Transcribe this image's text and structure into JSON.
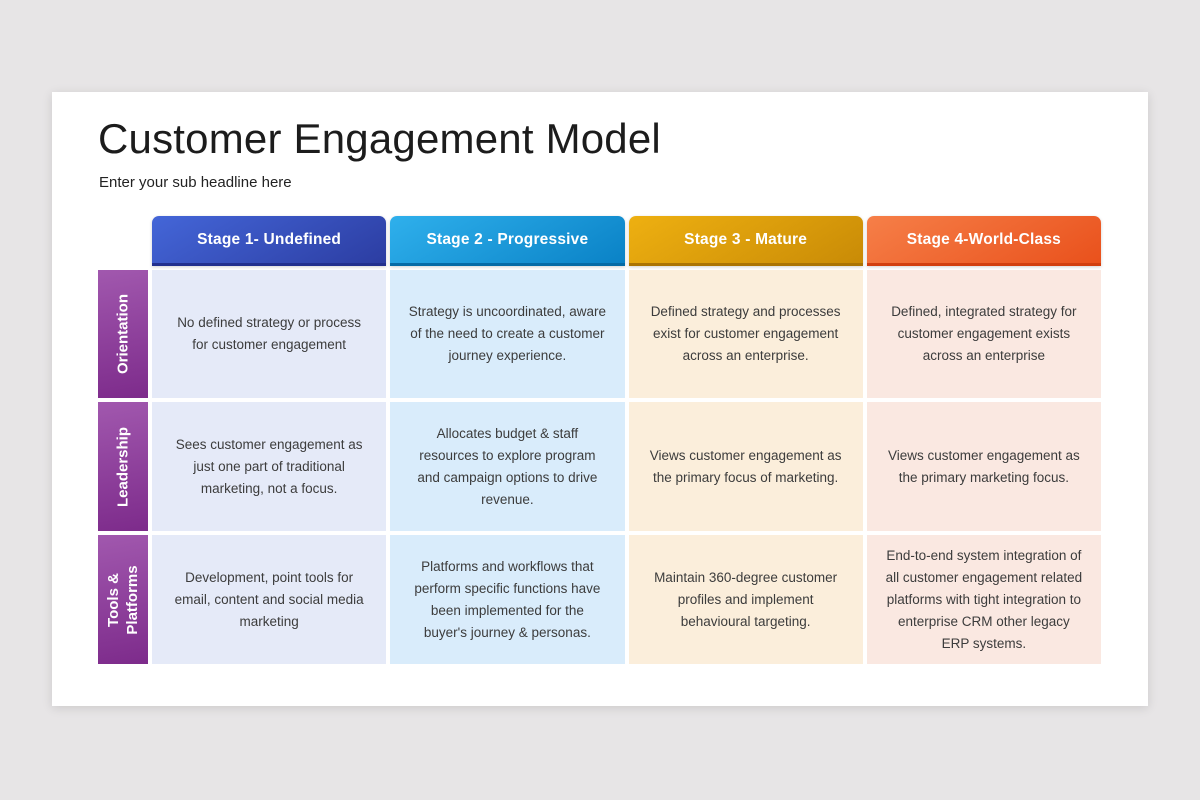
{
  "slide": {
    "title": "Customer Engagement Model",
    "subtitle": "Enter your sub headline here"
  },
  "table": {
    "columns": [
      {
        "label": "Stage 1- Undefined"
      },
      {
        "label": "Stage 2 - Progressive"
      },
      {
        "label": "Stage 3 - Mature"
      },
      {
        "label": "Stage 4-World-Class"
      }
    ],
    "rows": [
      {
        "label": "Orientation",
        "cells": [
          "No defined strategy or process for customer engagement",
          "Strategy is uncoordinated, aware of the need to create a customer journey experience.",
          "Defined strategy and processes exist for customer engagement across an enterprise.",
          "Defined, integrated strategy for customer engagement exists across an enterprise"
        ]
      },
      {
        "label": "Leadership",
        "cells": [
          "Sees customer engagement as just one part of traditional marketing, not a focus.",
          "Allocates budget & staff resources to explore program and campaign options to drive revenue.",
          "Views customer engagement as the primary focus of marketing.",
          "Views customer engagement as the primary marketing focus."
        ]
      },
      {
        "label": "Tools & Platforms",
        "cells": [
          "Development, point tools for email, content and social media marketing",
          "Platforms and workflows that perform specific functions have been implemented for the buyer's journey & personas.",
          "Maintain 360-degree customer profiles and implement behavioural targeting.",
          "End-to-end system integration of all customer engagement related platforms with tight integration to enterprise CRM other legacy ERP systems."
        ]
      }
    ]
  },
  "colors": {
    "canvas_bg": "#e7e5e6",
    "slide_bg": "#ffffff",
    "title_text": "#1c1c1c",
    "header_text": "#ffffff",
    "cell_text": "#3c3c3c",
    "stage1_top": "#4466d8",
    "stage1_bottom": "#2c3da2",
    "stage1_edge": "#22308e",
    "stage2_top": "#2fb0ec",
    "stage2_bottom": "#0a82c6",
    "stage2_edge": "#056ba6",
    "stage3_top": "#eeb011",
    "stage3_bottom": "#c98b06",
    "stage3_edge": "#ab7403",
    "stage4_top": "#f67f48",
    "stage4_bottom": "#e9511c",
    "stage4_edge": "#d23f0f",
    "rowlabel_top": "#a158ae",
    "rowlabel_bottom": "#7d2b8b",
    "cell1_bg": "#e5eaf8",
    "cell2_bg": "#d9ecfb",
    "cell3_bg": "#fbeedb",
    "cell4_bg": "#fae8e1"
  }
}
